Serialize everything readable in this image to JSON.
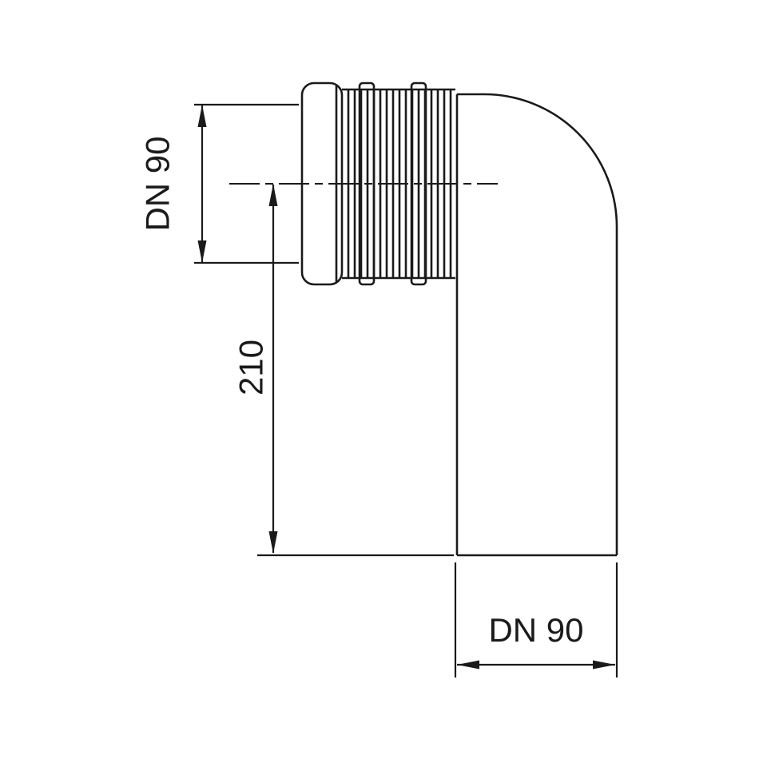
{
  "diagram": {
    "labels": {
      "inlet_diameter": "DN 90",
      "length": "210",
      "outlet_diameter": "DN 90"
    },
    "colors": {
      "line": "#1a1a1a",
      "background": "#ffffff"
    }
  }
}
